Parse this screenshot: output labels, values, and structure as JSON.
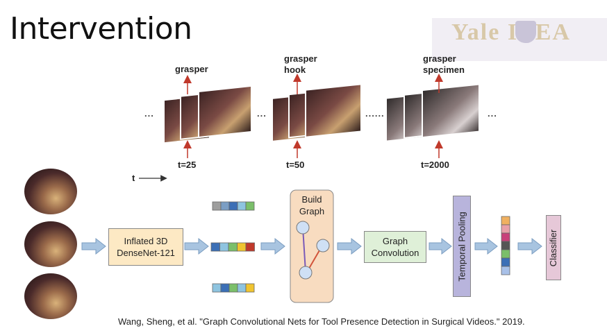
{
  "slide": {
    "title": "Intervention",
    "logo_text": "Yale ITEA"
  },
  "frames": [
    {
      "labels": "grasper",
      "time": "t=25"
    },
    {
      "labels": "grasper\nhook",
      "time": "t=50"
    },
    {
      "labels": "grasper\nspecimen",
      "time": "t=2000"
    }
  ],
  "ellipsis": "...",
  "ellipsis_long": "......",
  "time_axis_label": "t",
  "pipeline": {
    "densenet": "Inflated 3D\nDenseNet-121",
    "build_graph": "Build\nGraph",
    "graph_conv": "Graph\nConvolution",
    "temporal_pooling": "Temporal Pooling",
    "classifier": "Classifier"
  },
  "feature_colors": {
    "row1": [
      "#9e9e9e",
      "#7b9ec4",
      "#3b6fb6",
      "#8ec4e0",
      "#7bbf6a"
    ],
    "row2": [
      "#3b6fb6",
      "#8ec4e0",
      "#7bbf6a",
      "#f0c430",
      "#c0392b"
    ],
    "row3": [
      "#8ec4e0",
      "#3b6fb6",
      "#7bbf6a",
      "#8ec4e0",
      "#f0c430"
    ],
    "pooled": [
      "#f0b060",
      "#e8a0a8",
      "#c8407a",
      "#555555",
      "#7bbf6a",
      "#3b6fb6",
      "#a8c0e8"
    ]
  },
  "citation": "Wang, Sheng, et al. \"Graph Convolutional Nets for Tool Presence Detection in Surgical Videos.\"  2019."
}
